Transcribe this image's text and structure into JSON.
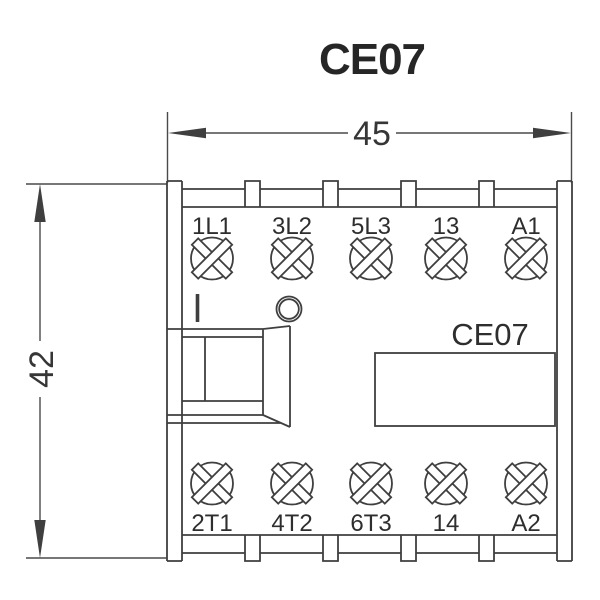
{
  "title": "CE07",
  "dimensions": {
    "width": "45",
    "height": "42"
  },
  "device": {
    "model": "CE07",
    "terminals_top": [
      "1L1",
      "3L2",
      "5L3",
      "13",
      "A1"
    ],
    "terminals_bottom": [
      "2T1",
      "4T2",
      "6T3",
      "14",
      "A2"
    ]
  },
  "icons": {
    "screw": "phillips-screw-icon",
    "indicator_window": "round-indicator-icon",
    "position_mark": "position-mark-icon",
    "arrowheads": "dimension-arrowhead-icon"
  },
  "colors": {
    "line": "#3f3f3f",
    "text": "#2e2e2e",
    "title": "#262626",
    "background": "#ffffff"
  }
}
